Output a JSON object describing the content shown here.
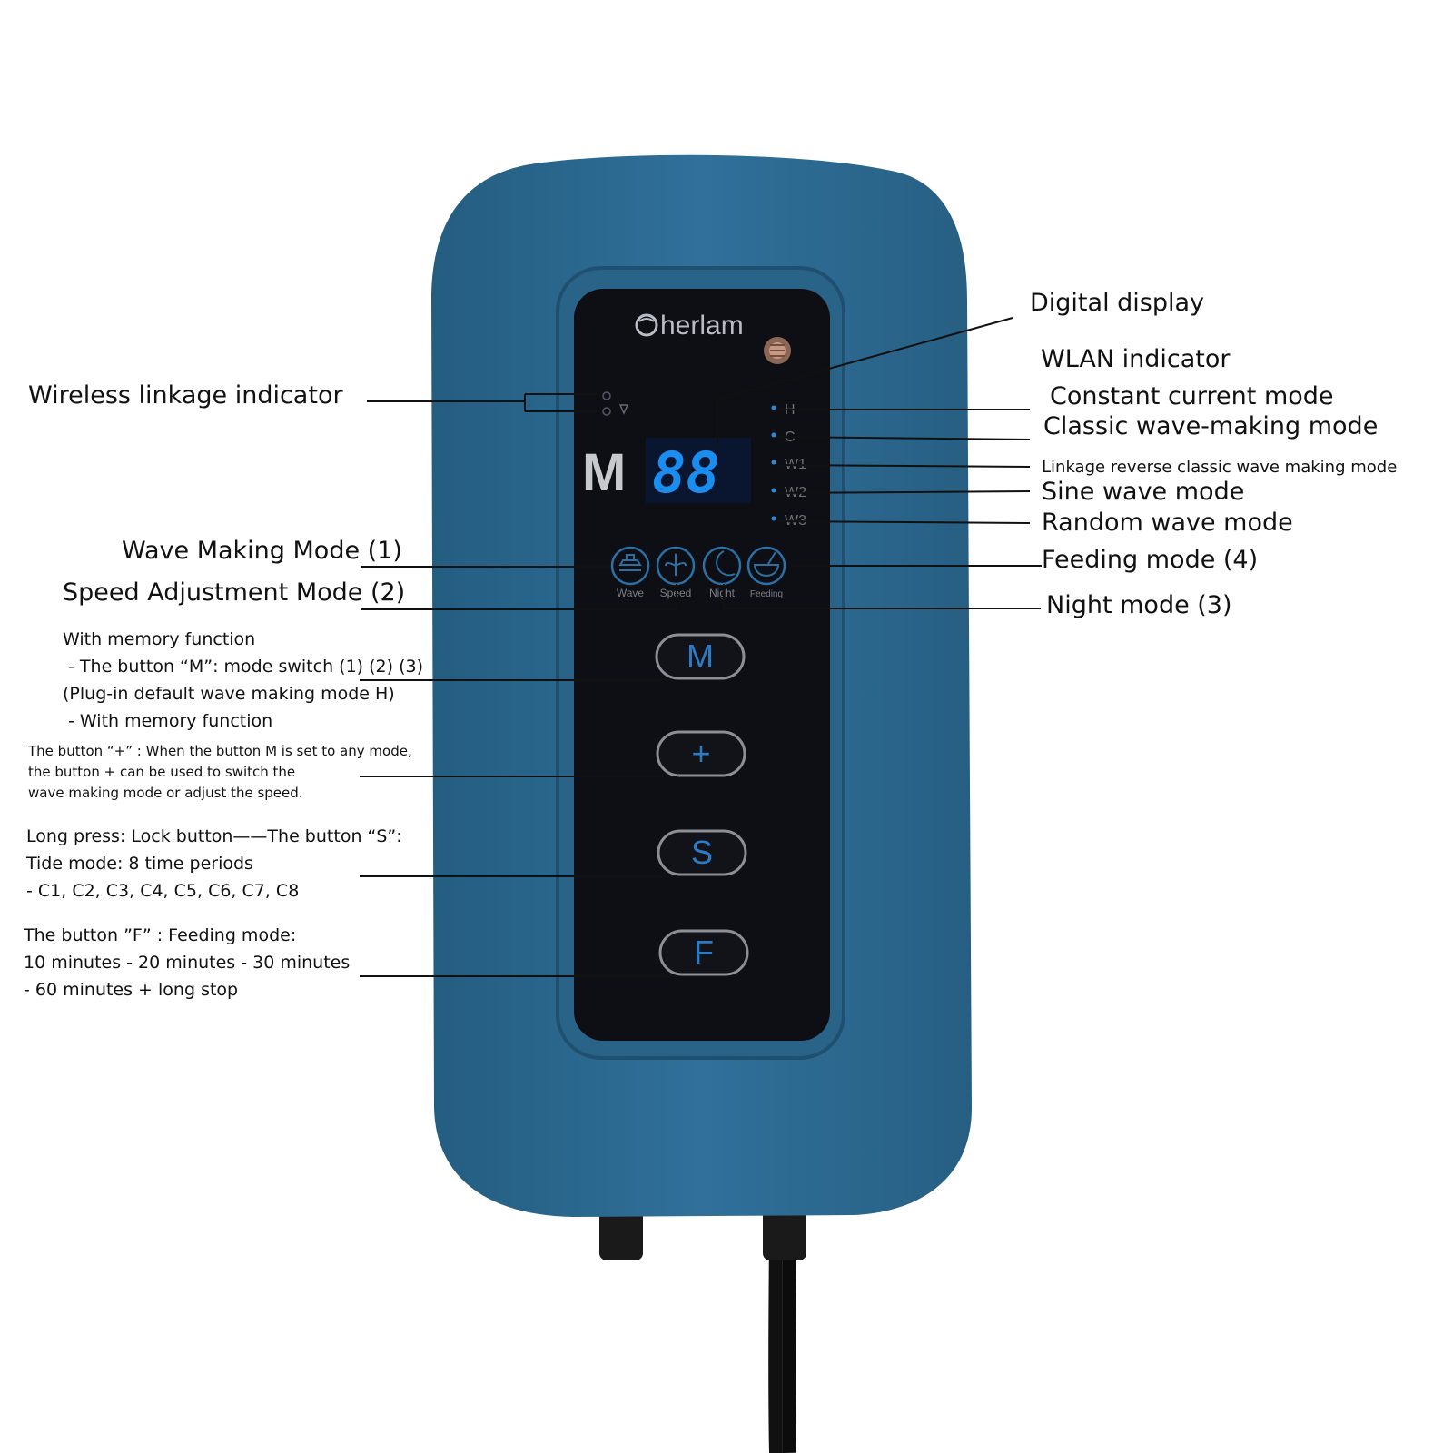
{
  "colors": {
    "case": "#2f6d93",
    "case_dark": "#235a7c",
    "panel": "#0e0f14",
    "lcd": "#1a8df0",
    "leader_line": "#111111"
  },
  "device": {
    "brand": "herlam",
    "mode_letter": "M",
    "display_digits": "88",
    "mode_indicators": [
      "H",
      "C",
      "W1",
      "W2",
      "W3"
    ],
    "function_icons": [
      {
        "icon": "wave-icon",
        "label": "Wave"
      },
      {
        "icon": "fan-icon",
        "label": "Speed"
      },
      {
        "icon": "moon-icon",
        "label": "Night"
      },
      {
        "icon": "bowl-icon",
        "label": "Feeding"
      }
    ],
    "buttons": [
      "M",
      "+",
      "S",
      "F"
    ]
  },
  "labels": {
    "digital_display": "Digital display",
    "wlan_indicator": "WLAN indicator",
    "wireless_linkage": "Wireless linkage indicator",
    "constant_current": "Constant current mode",
    "classic_wave": "Classic wave-making mode",
    "linkage_reverse": "Linkage reverse classic wave making mode",
    "sine_wave": "Sine wave mode",
    "random_wave": "Random wave mode",
    "feeding_mode": "Feeding mode (4)",
    "night_mode": "Night mode (3)",
    "wave_making_mode": "Wave Making Mode (1)",
    "speed_adjustment": "Speed Adjustment Mode (2)"
  },
  "notes": {
    "m_button": [
      "With memory function",
      " - The button “M”: mode switch (1) (2) (3)",
      "(Plug-in default wave making mode H)",
      " - With memory function"
    ],
    "plus_button": [
      "The button “+” : When the button M is set to any mode,",
      "the button + can be used to switch the",
      "wave making mode or adjust the speed."
    ],
    "s_button": [
      "Long press: Lock button——The button “S”:",
      "Tide mode: 8 time periods",
      "- C1, C2, C3, C4, C5, C6, C7, C8"
    ],
    "f_button": [
      "The button ”F” : Feeding mode:",
      "10 minutes - 20 minutes - 30 minutes",
      "- 60 minutes + long stop"
    ]
  }
}
